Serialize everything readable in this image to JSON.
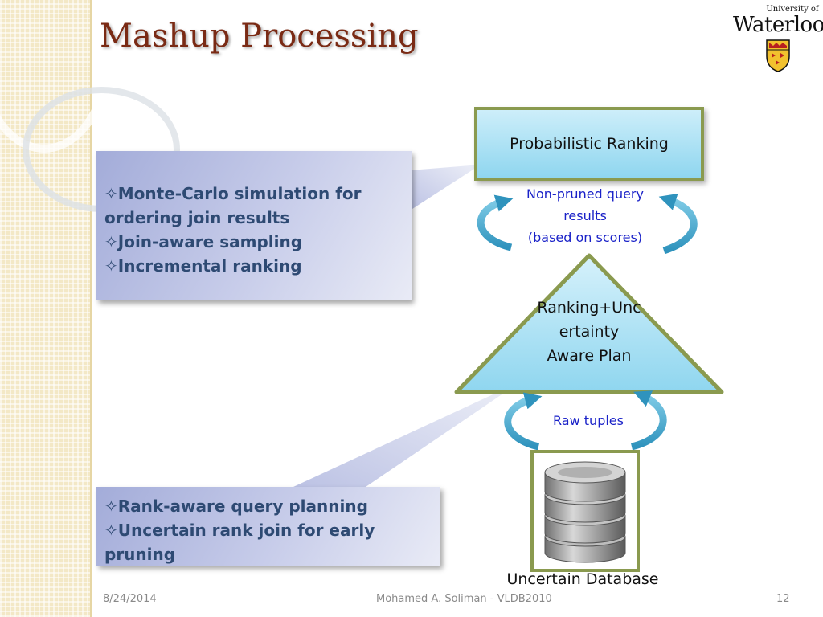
{
  "slide": {
    "title": "Mashup Processing",
    "logo": {
      "university_of": "University of",
      "name": "Waterloo"
    }
  },
  "top_box": {
    "bullet_symbol": "✧",
    "bullets": [
      "Monte-Carlo simulation for ordering join results",
      "Join-aware sampling",
      "Incremental ranking"
    ]
  },
  "bottom_box": {
    "bullet_symbol": "✧",
    "bullets": [
      "Rank-aware query planning",
      "Uncertain rank join for early pruning"
    ]
  },
  "diagram": {
    "probabilistic_ranking": "Probabilistic Ranking",
    "non_pruned_line1": "Non-pruned query",
    "non_pruned_line2": "results",
    "non_pruned_line3": "(based on scores)",
    "plan_line1": "Ranking+Unc",
    "plan_line2": "ertainty",
    "plan_line3": "Aware Plan",
    "raw_tuples": "Raw tuples",
    "database_label": "Uncertain Database"
  },
  "footer": {
    "date": "8/24/2014",
    "author": "Mohamed A. Soliman - VLDB2010",
    "page": "12"
  },
  "colors": {
    "title": "#7a2a14",
    "bullet_text": "#2e4a73",
    "blue_label": "#1a22c8",
    "frame_green": "#8a9a4f",
    "light_blue": "#8fd6ef"
  }
}
